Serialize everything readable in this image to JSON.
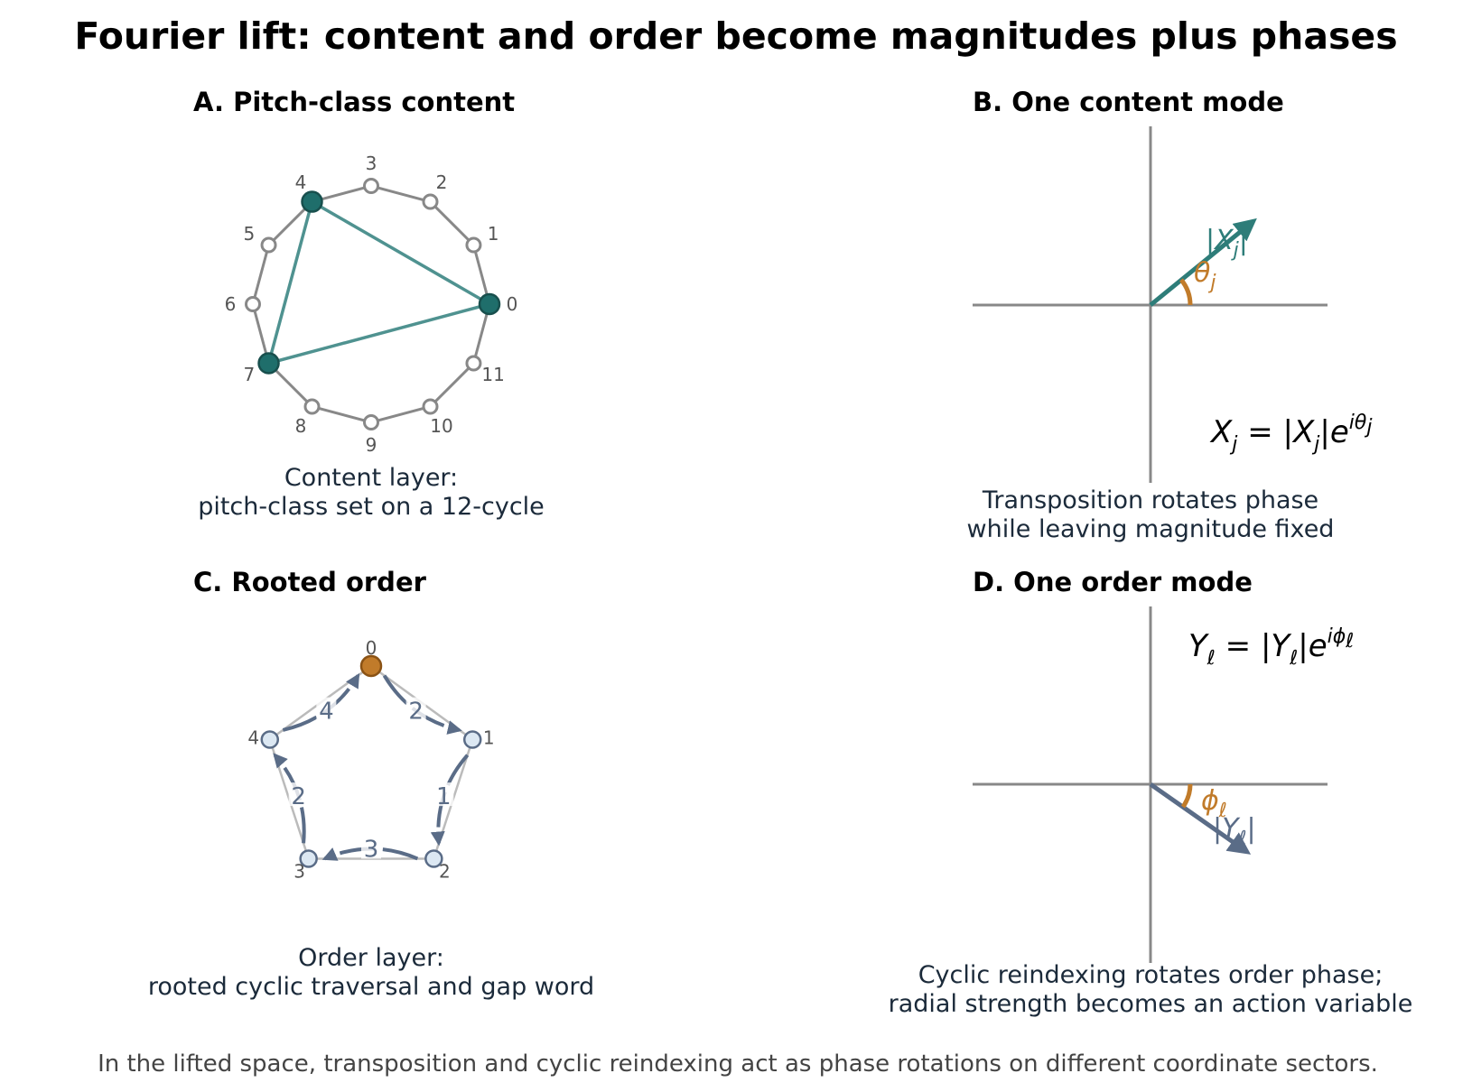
{
  "title": "Fourier lift: content and order become magnitudes plus phases",
  "colors": {
    "teal": "#1f6e6b",
    "teal_line": "#4f9290",
    "orange": "#c17b2a",
    "slate": "#5a6c87",
    "gray": "#888888",
    "light_gray": "#bbbbbb",
    "node_fill_light": "#dce8f3"
  },
  "panel_a": {
    "title": "A. Pitch-class content",
    "node_labels": [
      "0",
      "1",
      "2",
      "3",
      "4",
      "5",
      "6",
      "7",
      "8",
      "9",
      "10",
      "11"
    ],
    "selected_pitch_classes": [
      0,
      4,
      7
    ],
    "caption_line1": "Content layer:",
    "caption_line2": "pitch-class set on a 12-cycle"
  },
  "panel_b": {
    "title": "B. One content mode",
    "vector_label": "|X",
    "vector_label_sub": "j",
    "vector_label_end": "|",
    "angle_label": "θ",
    "angle_label_sub": "j",
    "formula": "X",
    "formula_sub": "j",
    "formula_mid": " = |X",
    "formula_mid_sub": "j",
    "formula_end": "|e",
    "formula_sup": "iθ",
    "formula_sup_sub": "j",
    "caption_line1": "Transposition rotates phase",
    "caption_line2": "while leaving magnitude fixed"
  },
  "panel_c": {
    "title": "C. Rooted order",
    "node_labels": [
      "0",
      "1",
      "2",
      "3",
      "4"
    ],
    "root_index": 0,
    "gap_word": [
      "2",
      "1",
      "3",
      "2",
      "4"
    ],
    "caption_line1": "Order layer:",
    "caption_line2": "rooted cyclic traversal and gap word"
  },
  "panel_d": {
    "title": "D. One order mode",
    "vector_label": "|Y",
    "vector_label_sub": "ℓ",
    "vector_label_end": "|",
    "angle_label": "ϕ",
    "angle_label_sub": "ℓ",
    "formula": "Y",
    "formula_sub": "ℓ",
    "formula_mid": " = |Y",
    "formula_mid_sub": "ℓ",
    "formula_end": "|e",
    "formula_sup": "iϕ",
    "formula_sup_sub": "ℓ",
    "caption_line1": "Cyclic reindexing rotates order phase;",
    "caption_line2": "radial strength becomes an action variable"
  },
  "footer": "In the lifted space, transposition and cyclic reindexing act as phase rotations on different coordinate sectors."
}
